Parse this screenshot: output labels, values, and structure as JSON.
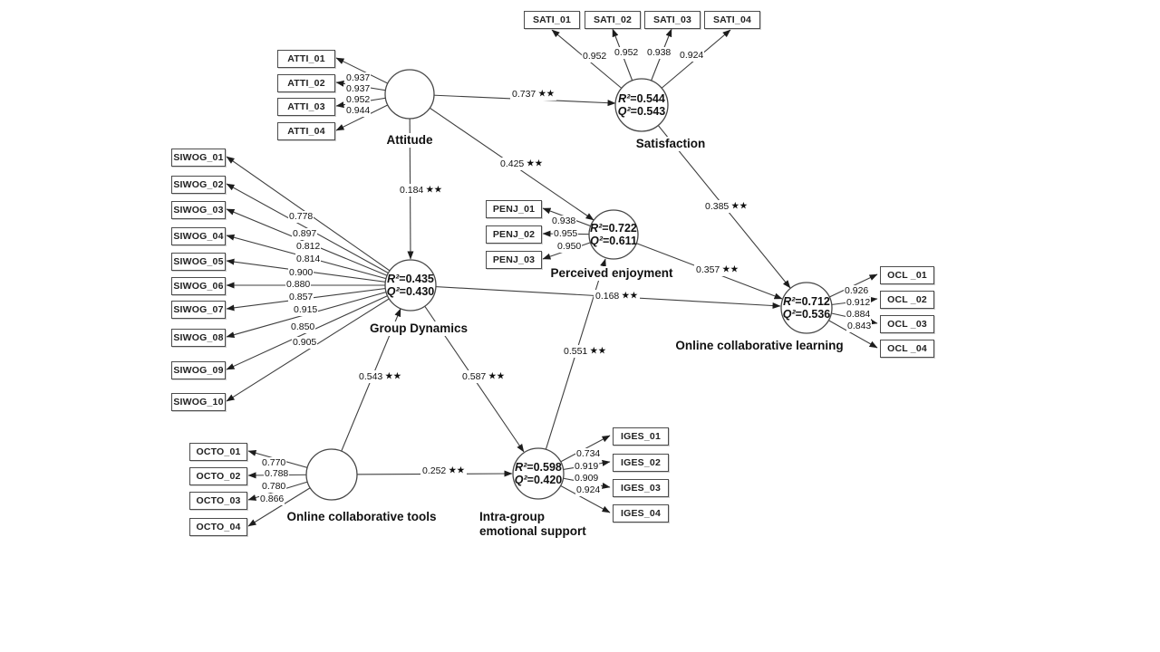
{
  "constructs": {
    "attitude": {
      "label": "Attitude",
      "indicators": [
        "ATTI_01",
        "ATTI_02",
        "ATTI_03",
        "ATTI_04"
      ],
      "loadings": [
        "0.937",
        "0.937",
        "0.952",
        "0.944"
      ]
    },
    "satisfaction": {
      "label": "Satisfaction",
      "r_label": "R²",
      "r_value": "=0.544",
      "q_label": "Q²",
      "q_value": "=0.543",
      "indicators": [
        "SATI_01",
        "SATI_02",
        "SATI_03",
        "SATI_04"
      ],
      "loadings": [
        "0.952",
        "0.952",
        "0.938",
        "0.924"
      ]
    },
    "group_dynamics": {
      "label": "Group Dynamics",
      "r_label": "R²",
      "r_value": "=0.435",
      "q_label": "Q²",
      "q_value": "=0.430",
      "indicators": [
        "SIWOG_01",
        "SIWOG_02",
        "SIWOG_03",
        "SIWOG_04",
        "SIWOG_05",
        "SIWOG_06",
        "SIWOG_07",
        "SIWOG_08",
        "SIWOG_09",
        "SIWOG_10"
      ],
      "loadings": [
        "0.778",
        "0.897",
        "0.812",
        "0.814",
        "0.900",
        "0.880",
        "0.857",
        "0.915",
        "0.850",
        "0.905"
      ]
    },
    "perceived_enjoyment": {
      "label": "Perceived enjoyment",
      "r_label": "R²",
      "r_value": "=0.722",
      "q_label": "Q²",
      "q_value": "=0.611",
      "indicators": [
        "PENJ_01",
        "PENJ_02",
        "PENJ_03"
      ],
      "loadings": [
        "0.938",
        "0.955",
        "0.950"
      ]
    },
    "online_collaborative_learning": {
      "label": "Online collaborative learning",
      "r_label": "R²",
      "r_value": "=0.712",
      "q_label": "Q²",
      "q_value": "=0.536",
      "indicators": [
        "OCL _01",
        "OCL _02",
        "OCL _03",
        "OCL _04"
      ],
      "loadings": [
        "0.926",
        "0.912",
        "0.884",
        "0.843"
      ]
    },
    "online_collaborative_tools": {
      "label": "Online collaborative tools",
      "indicators": [
        "OCTO_01",
        "OCTO_02",
        "OCTO_03",
        "OCTO_04"
      ],
      "loadings": [
        "0.770",
        "0.788",
        "0.780",
        "0.866"
      ]
    },
    "intra_group_emotional_support": {
      "label": "Intra-group",
      "label2": "emotional support",
      "r_label": "R²",
      "r_value": "=0.598",
      "q_label": "Q²",
      "q_value": "=0.420",
      "indicators": [
        "IGES_01",
        "IGES_02",
        "IGES_03",
        "IGES_04"
      ],
      "loadings": [
        "0.734",
        "0.919",
        "0.909",
        "0.924"
      ]
    }
  },
  "paths": {
    "attitude_satisfaction": {
      "coef": "0.737",
      "sig": "★★"
    },
    "attitude_perceived_enjoyment": {
      "coef": "0.425",
      "sig": "★★"
    },
    "attitude_group_dynamics": {
      "coef": "0.184",
      "sig": "★★"
    },
    "satisfaction_ocl": {
      "coef": "0.385",
      "sig": "★★"
    },
    "perceived_enjoyment_ocl": {
      "coef": "0.357",
      "sig": "★★"
    },
    "group_dynamics_ocl": {
      "coef": "0.168",
      "sig": "★★"
    },
    "oct_group_dynamics": {
      "coef": "0.543",
      "sig": "★★"
    },
    "group_dynamics_iges": {
      "coef": "0.587",
      "sig": "★★"
    },
    "oct_iges": {
      "coef": "0.252",
      "sig": "★★"
    },
    "iges_perceived_enjoyment": {
      "coef": "0.551",
      "sig": "★★"
    }
  }
}
